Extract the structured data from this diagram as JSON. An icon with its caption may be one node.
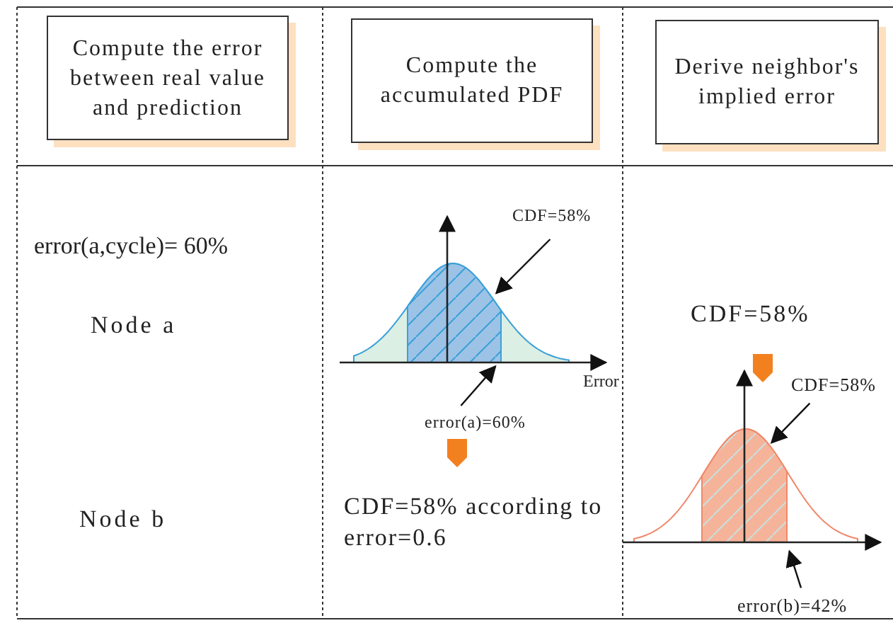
{
  "diagram": {
    "nodes": [
      {
        "text": [
          "Compute the error between real value and prediction"
        ]
      },
      {
        "text": [
          "Compute the accumulated PDF"
        ]
      },
      {
        "text": [
          "Derive neighbor's implied error"
        ]
      },
      {
        "text": [
          "CDF=58%"
        ]
      },
      {
        "text": [
          "error(a)=60%"
        ]
      },
      {
        "text": [
          "CDF=58%"
        ]
      },
      {
        "text": [
          "error(b)=42%"
        ]
      },
      {
        "text": [],
        "shape": "curve"
      },
      {
        "text": [],
        "shape": "curve"
      }
    ],
    "edges": [
      {
        "from": 3,
        "to": 7,
        "arrow": "to"
      },
      {
        "from": 4,
        "to": 7,
        "arrow": "to"
      },
      {
        "from": 5,
        "to": 8,
        "arrow": "to"
      },
      {
        "from": 6,
        "to": 8,
        "arrow": "to"
      }
    ],
    "labels": [
      "error(a,cycle)= 60%",
      "Node a",
      "Error",
      "Node b",
      "CDF=58% according to error=0.6",
      "CDF=58%"
    ]
  }
}
